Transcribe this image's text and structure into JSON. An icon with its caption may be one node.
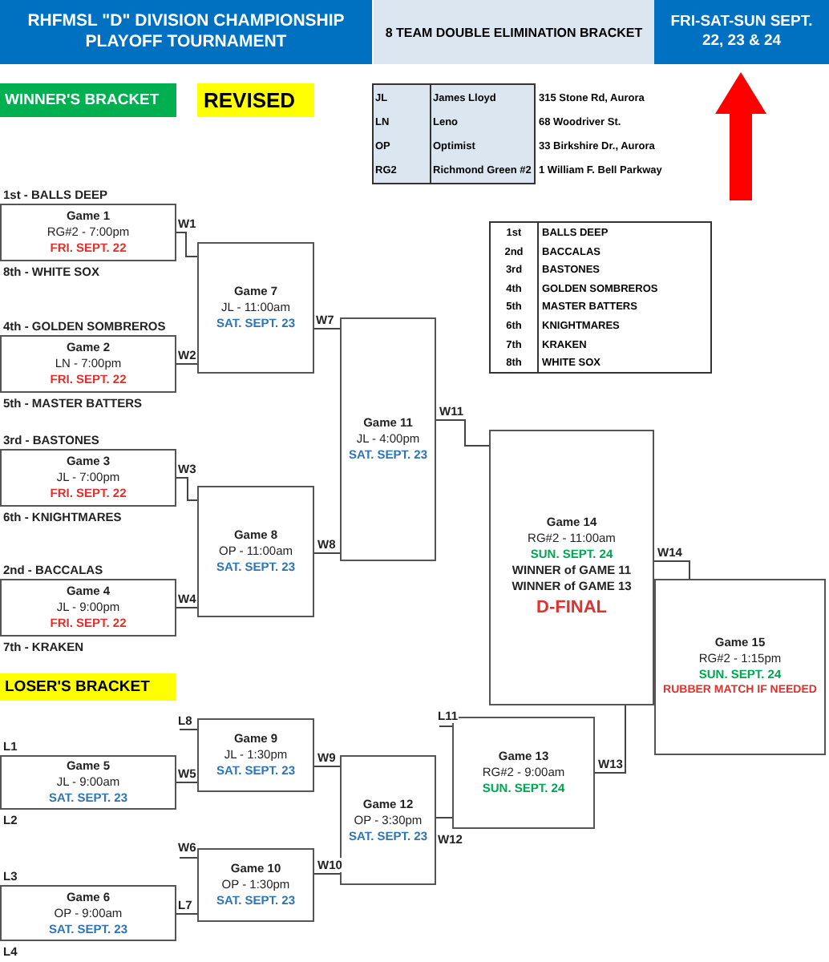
{
  "diagram": {
    "title": "RHFMSL \"D\" DIVISION CHAMPIONSHIP PLAYOFF TOURNAMENT",
    "nodes": [
      {
        "text": [
          "Game 1",
          "RG#2 - 7:00pm",
          "FRI. SEPT. 22"
        ],
        "beside": [
          "1st - BALLS DEEP",
          "8th - WHITE SOX"
        ]
      },
      {
        "text": [
          "Game 2",
          "LN - 7:00pm",
          "FRI. SEPT. 22"
        ],
        "beside": [
          "4th - GOLDEN SOMBREROS",
          "5th - MASTER BATTERS"
        ]
      },
      {
        "text": [
          "Game 3",
          "JL - 7:00pm",
          "FRI. SEPT. 22"
        ],
        "beside": [
          "3rd - BASTONES",
          "6th - KNIGHTMARES"
        ]
      },
      {
        "text": [
          "Game 4",
          "JL - 9:00pm",
          "FRI. SEPT. 22"
        ],
        "beside": [
          "2nd - BACCALAS",
          "7th - KRAKEN"
        ]
      },
      {
        "text": [
          "Game 7",
          "JL - 11:00am",
          "SAT. SEPT. 23"
        ]
      },
      {
        "text": [
          "Game 8",
          "OP - 11:00am",
          "SAT. SEPT. 23"
        ]
      },
      {
        "text": [
          "Game 11",
          "JL - 4:00pm",
          "SAT. SEPT. 23"
        ]
      },
      {
        "text": [
          "Game 14",
          "RG#2 - 11:00am",
          "SUN. SEPT. 24",
          "WINNER of GAME 11",
          "WINNER of GAME 13",
          "D-FINAL"
        ]
      },
      {
        "text": [
          "Game 15",
          "RG#2 - 1:15pm",
          "SUN. SEPT. 24",
          "RUBBER MATCH IF NEEDED"
        ]
      },
      {
        "text": [
          "Game 5",
          "JL - 9:00am",
          "SAT. SEPT. 23"
        ],
        "beside": [
          "L1",
          "L2"
        ]
      },
      {
        "text": [
          "Game 6",
          "OP - 9:00am",
          "SAT. SEPT. 23"
        ],
        "beside": [
          "L3",
          "L4"
        ]
      },
      {
        "text": [
          "Game 9",
          "JL - 1:30pm",
          "SAT. SEPT. 23"
        ]
      },
      {
        "text": [
          "Game 10",
          "OP - 1:30pm",
          "SAT. SEPT. 23"
        ]
      },
      {
        "text": [
          "Game 12",
          "OP - 3:30pm",
          "SAT. SEPT. 23"
        ]
      },
      {
        "text": [
          "Game 13",
          "RG#2 - 9:00am",
          "SUN. SEPT. 24"
        ]
      }
    ],
    "edges": [
      {
        "from": 0,
        "to": 4,
        "arrow": "none",
        "label": "W1"
      },
      {
        "from": 1,
        "to": 4,
        "arrow": "none",
        "label": "W2"
      },
      {
        "from": 2,
        "to": 5,
        "arrow": "none",
        "label": "W3"
      },
      {
        "from": 3,
        "to": 5,
        "arrow": "none",
        "label": "W4"
      },
      {
        "from": 4,
        "to": 6,
        "arrow": "none",
        "label": "W7"
      },
      {
        "from": 5,
        "to": 6,
        "arrow": "none",
        "label": "W8"
      },
      {
        "from": 6,
        "to": 7,
        "arrow": "none",
        "label": "W11"
      },
      {
        "from": 14,
        "to": 7,
        "arrow": "none",
        "label": "W13"
      },
      {
        "from": 7,
        "to": 8,
        "arrow": "none",
        "label": "W14"
      },
      {
        "from": 9,
        "to": 11,
        "arrow": "none",
        "label": "W5"
      },
      {
        "from": null,
        "to": 12,
        "arrow": "none",
        "label": "W6"
      },
      {
        "from": 10,
        "to": 12,
        "arrow": "none",
        "label": "L7"
      },
      {
        "from": null,
        "to": 11,
        "arrow": "none",
        "label": "L8"
      },
      {
        "from": 11,
        "to": 13,
        "arrow": "none",
        "label": "W9"
      },
      {
        "from": 12,
        "to": 13,
        "arrow": "none",
        "label": "W10"
      },
      {
        "from": 13,
        "to": 14,
        "arrow": "none",
        "label": "W12"
      },
      {
        "from": null,
        "to": 14,
        "arrow": "none",
        "label": "L11"
      }
    ],
    "labels": [
      "8 TEAM DOUBLE ELIMINATION BRACKET",
      "FRI-SAT-SUN SEPT. 22, 23 & 24",
      "WINNER'S BRACKET",
      "REVISED",
      "JL",
      "James Lloyd",
      "315 Stone Rd, Aurora",
      "LN",
      "Leno",
      "68 Woodriver St.",
      "OP",
      "Optimist",
      "33 Birkshire Dr., Aurora",
      "RG2",
      "Richmond Green #2",
      "1 William F. Bell Parkway",
      "1st",
      "BALLS DEEP",
      "2nd",
      "BACCALAS",
      "3rd",
      "BASTONES",
      "4th",
      "GOLDEN SOMBREROS",
      "5th",
      "MASTER BATTERS",
      "6th",
      "KNIGHTMARES",
      "7th",
      "KRAKEN",
      "8th",
      "WHITE SOX",
      "LOSER'S BRACKET"
    ]
  }
}
